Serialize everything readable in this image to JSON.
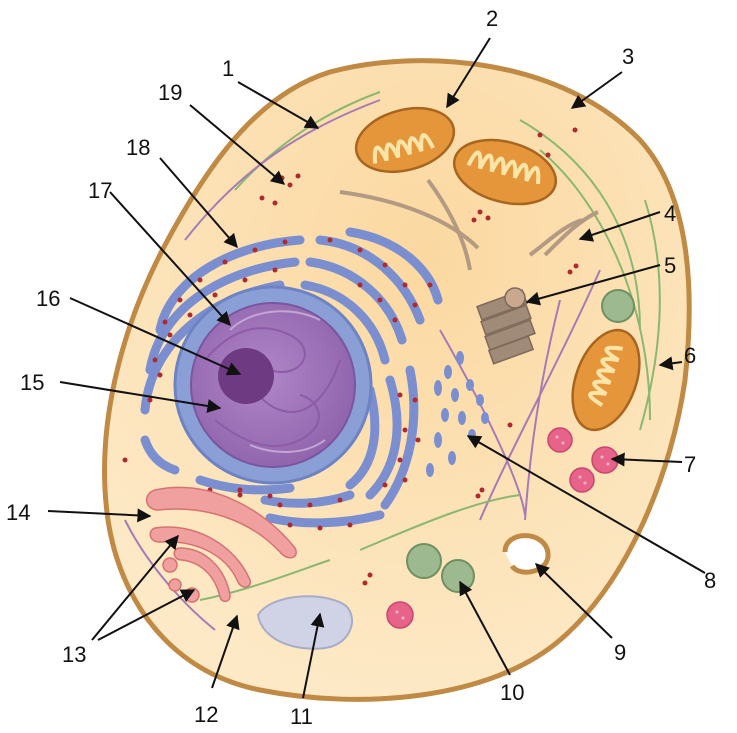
{
  "labels": [
    {
      "number": "1"
    },
    {
      "number": "2"
    },
    {
      "number": "3"
    },
    {
      "number": "4"
    },
    {
      "number": "5"
    },
    {
      "number": "6"
    },
    {
      "number": "7"
    },
    {
      "number": "8"
    },
    {
      "number": "9"
    },
    {
      "number": "10"
    },
    {
      "number": "11"
    },
    {
      "number": "12"
    },
    {
      "number": "13"
    },
    {
      "number": "14"
    },
    {
      "number": "15"
    },
    {
      "number": "16"
    },
    {
      "number": "17"
    },
    {
      "number": "18"
    },
    {
      "number": "19"
    }
  ],
  "colors": {
    "cytoplasm": "#fde9c4",
    "membrane": "#c8964a",
    "nucleus_envelope": "#8a9fd6",
    "nucleus": "#a276b9",
    "nucleolus": "#6e3b82",
    "er": "#7b8fd0",
    "ribosome": "#b0292f",
    "mitochondrion": "#e39a3a",
    "golgi": "#f1a0a0",
    "lysosome": "#e8638a",
    "vesicle": "#9db98f",
    "vacuole": "#d0d3e6",
    "cytoskeleton_green": "#8ab870",
    "cytoskeleton_purple": "#a67bb5"
  }
}
